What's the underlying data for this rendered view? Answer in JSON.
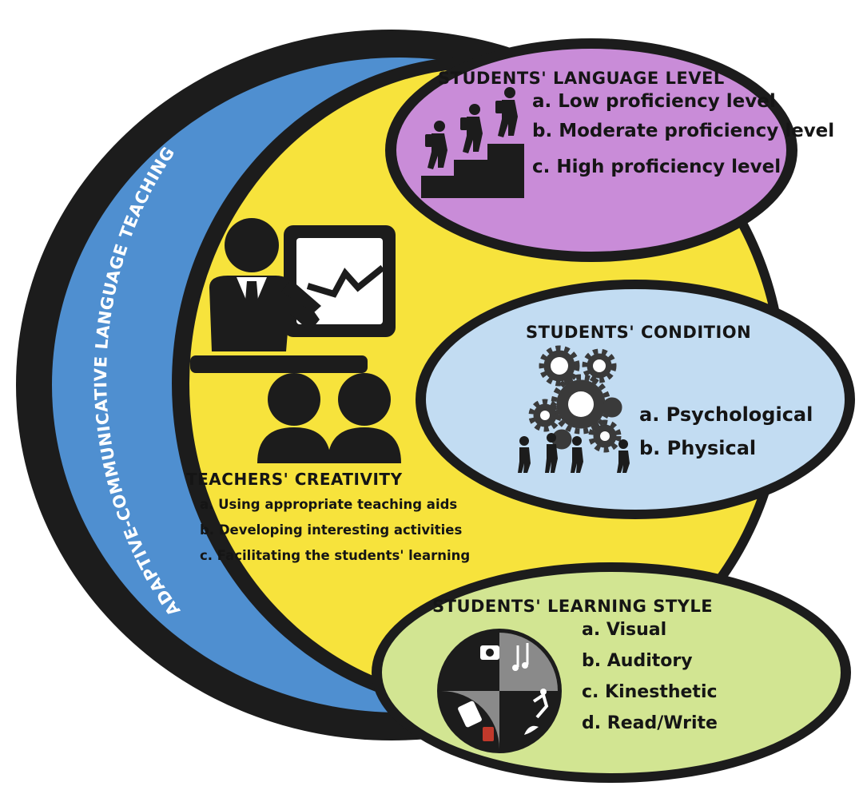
{
  "arc_title": "ADAPTIVE-COMMUNICATIVE LANGUAGE TEACHING",
  "language_level": {
    "heading": "STUDENTS' LANGUAGE LEVEL",
    "items": [
      "a. Low proficiency level",
      "b. Moderate proficiency level",
      "c. High proficiency level"
    ],
    "icon": "students-climbing-stairs-icon"
  },
  "condition": {
    "heading": "STUDENTS' CONDITION",
    "items": [
      "a. Psychological",
      "b. Physical"
    ],
    "icon": "people-lifting-gears-icon"
  },
  "creativity": {
    "heading": "TEACHERS' CREATIVITY",
    "items": [
      "a.   Using appropriate teaching aids",
      "b.   Developing interesting activities",
      "c.   Facilitating the students' learning"
    ],
    "icon": "teacher-presenting-to-students-icon"
  },
  "learning_style": {
    "heading": "STUDENTS' LEARNING STYLE",
    "items": [
      "a.  Visual",
      "b.  Auditory",
      "c.  Kinesthetic",
      "d.  Read/Write"
    ],
    "icon": "learning-style-quadrant-icon"
  },
  "colors": {
    "outer_ring": "#1c1c1c",
    "blue_band": "#4f8fd0",
    "yellow_disc": "#f7e33c",
    "language_level_fill": "#c98cd8",
    "condition_fill": "#c2dcf2",
    "learning_style_fill": "#d2e592",
    "ink": "#151515"
  }
}
